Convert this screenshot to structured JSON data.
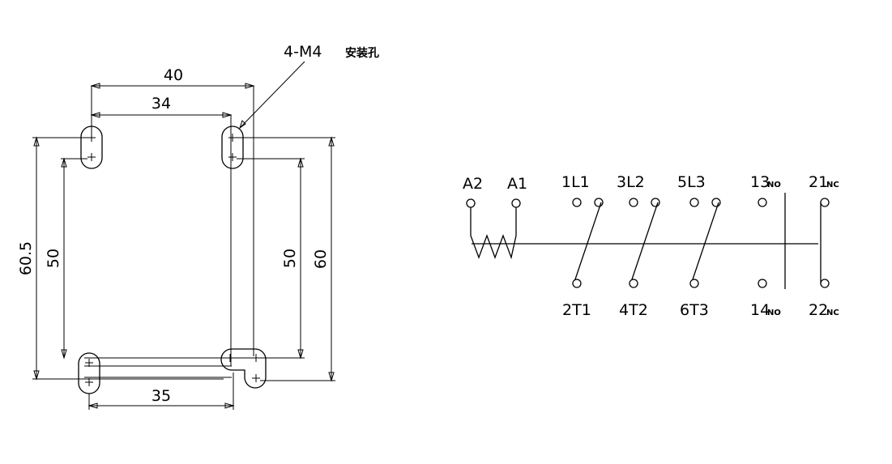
{
  "mounting": {
    "callout_main": "4-M4",
    "callout_suffix": "安装孔",
    "dims": {
      "top_outer": "40",
      "top_inner": "34",
      "bottom": "35",
      "left_outer": "60.5",
      "left_inner": "50",
      "right_inner": "50",
      "right_outer": "60"
    }
  },
  "schematic": {
    "coil": {
      "a2": "A2",
      "a1": "A1"
    },
    "poles": [
      {
        "top": "1L1",
        "bottom": "2T1"
      },
      {
        "top": "3L2",
        "bottom": "4T2"
      },
      {
        "top": "5L3",
        "bottom": "6T3"
      }
    ],
    "aux_no": {
      "top": "13",
      "bottom": "14",
      "suffix": "NO"
    },
    "aux_nc": {
      "top": "21",
      "bottom": "22",
      "suffix": "NC"
    }
  }
}
